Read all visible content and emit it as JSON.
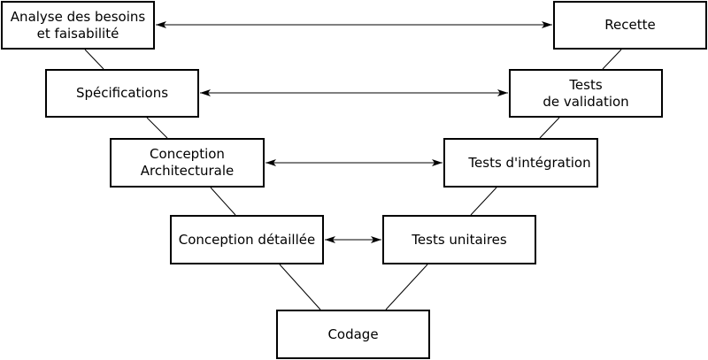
{
  "diagram": {
    "left": {
      "analyse": {
        "line1": "Analyse des besoins",
        "line2": "et faisabilité"
      },
      "specifications": {
        "line1": "Spécifications"
      },
      "conception_archi": {
        "line1": "Conception",
        "line2": "Architecturale"
      },
      "conception_detail": {
        "line1": "Conception détaillée"
      }
    },
    "bottom": {
      "codage": {
        "line1": "Codage"
      }
    },
    "right": {
      "recette": {
        "line1": "Recette"
      },
      "tests_validation": {
        "line1": "Tests",
        "line2": "de validation"
      },
      "tests_integration": {
        "line1": "Tests d'intégration"
      },
      "tests_unitaires": {
        "line1": "Tests unitaires"
      }
    },
    "colors": {
      "stroke": "#000000",
      "fill": "#ffffff",
      "text": "#000000"
    }
  }
}
